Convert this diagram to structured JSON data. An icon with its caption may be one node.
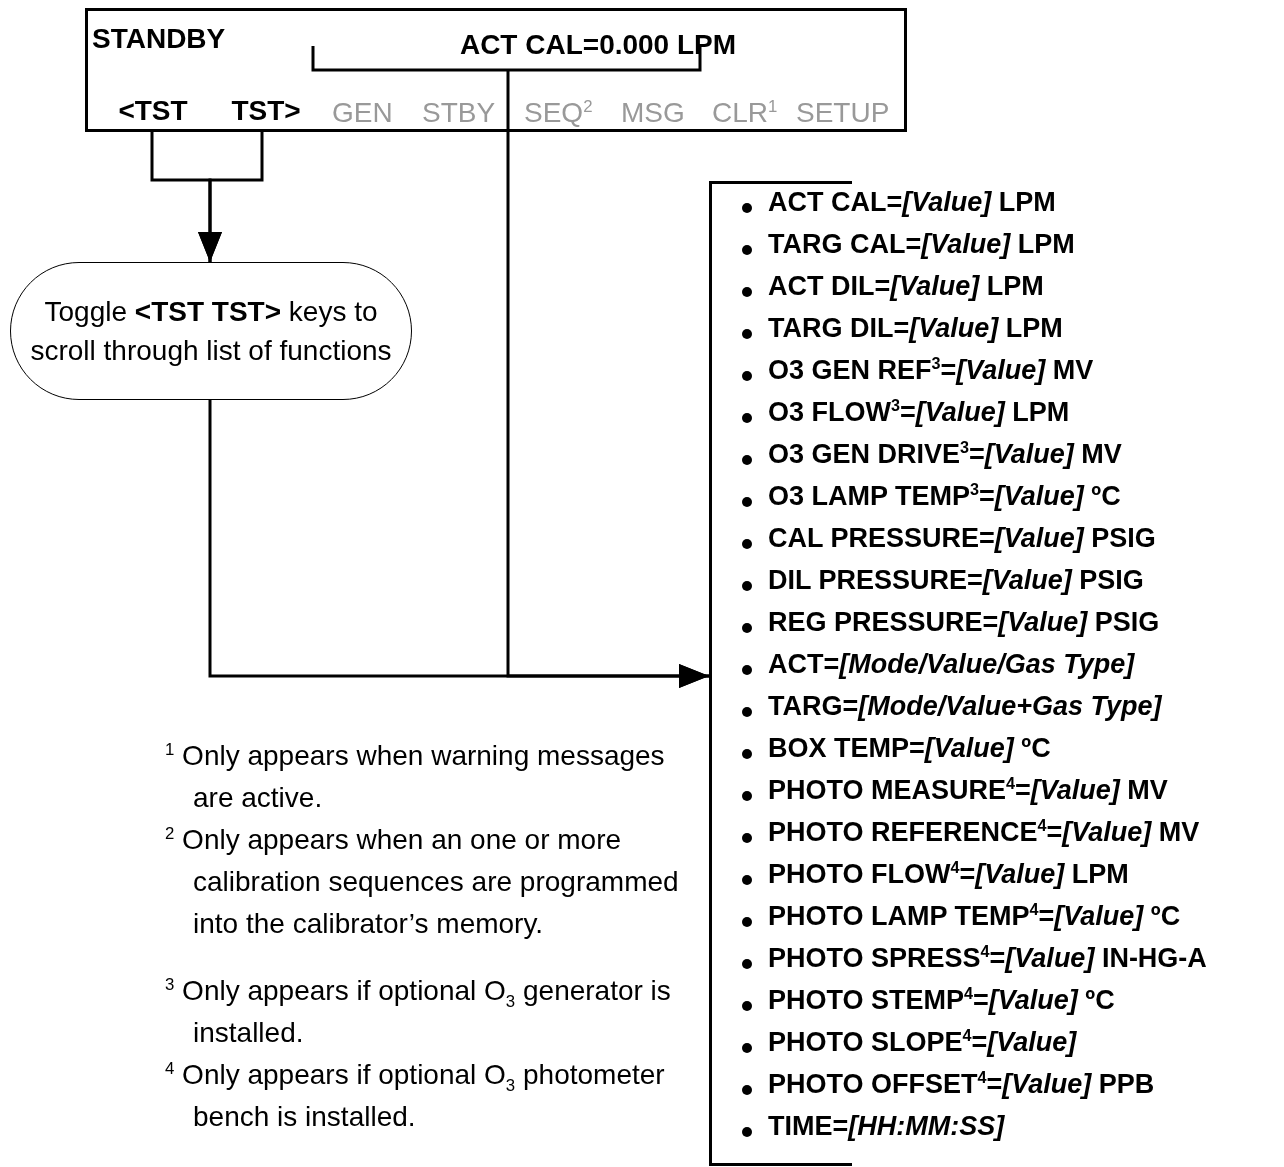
{
  "diagram": {
    "nodes": [
      {
        "text": [
          "STANDBY",
          "GEN",
          "STBY",
          "SEQ$^{2}$",
          "MSG",
          "CLR$^{1}$",
          "SETUP"
        ]
      },
      {
        "text": [
          "ACT CAL=0.000 LPM"
        ],
        "in": 0
      },
      {
        "text": [
          "<TST"
        ],
        "in": 0
      },
      {
        "text": [
          "TST>"
        ],
        "in": 0
      },
      {
        "text": [
          "Toggle **<TST TST>** keys to scroll through list of functions"
        ]
      },
      {
        "text": [
          "ACT CAL=*[Value]* LPM",
          "TARG CAL=*[Value]* LPM",
          "ACT DIL=*[Value]* LPM",
          "TARG DIL=*[Value]* LPM",
          "O3 GEN REF$^{3}$=*[Value]* MV",
          "O3 FLOW$^{3}$=*[Value]* LPM",
          "O3 GEN DRIVE$^{3}$=*[Value]* MV",
          "O3 LAMP TEMP$^{3}$=*[Value]* ºC",
          "CAL PRESSURE=*[Value]* PSIG",
          "DIL PRESSURE=*[Value]* PSIG",
          "REG PRESSURE=*[Value]* PSIG",
          "ACT=*[Mode/Value/Gas Type]*",
          "TARG=*[Mode/Value+Gas Type]*",
          "BOX TEMP=*[Value]* ºC",
          "PHOTO MEASURE$^{4}$=*[Value]* MV",
          "PHOTO REFERENCE$^{4}$=*[Value]* MV",
          "PHOTO FLOW$^{4}$=*[Value]* LPM",
          "PHOTO LAMP TEMP$^{4}$=*[Value]* ºC",
          "PHOTO SPRESS$^{4}$=*[Value]* IN-HG-A",
          "PHOTO STEMP$^{4}$=*[Value]* ºC",
          "PHOTO SLOPE$^{4}$=*[Value]*",
          "PHOTO OFFSET$^{4}$=*[Value]* PPB",
          "TIME=*[HH:MM:SS]*"
        ]
      }
    ],
    "edges": [
      {
        "from": 2,
        "to": 4,
        "arrow": "to"
      },
      {
        "from": 3,
        "to": 4,
        "arrow": "to"
      },
      {
        "from": 4,
        "to": 5,
        "arrow": "to"
      },
      {
        "from": 1,
        "to": 5,
        "arrow": "to"
      }
    ],
    "labels": [
      "$^{1}$ Only appears when warning messages are active.",
      "$^{2}$ Only appears when an one or more calibration sequences are programmed into the calibrator’s memory.",
      "$^{3}$ Only appears if optional O$_{3}$ generator is installed.",
      "$^{4}$ Only appears if optional O$_{3}$ photometer bench is installed."
    ]
  }
}
